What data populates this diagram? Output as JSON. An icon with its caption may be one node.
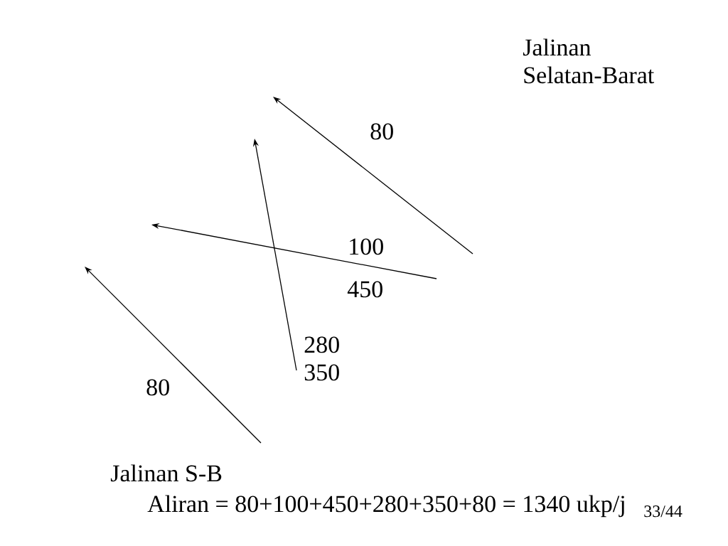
{
  "diagram": {
    "title": "Jalinan Selatan-Barat",
    "labels": [
      "80",
      "100",
      "450",
      "280",
      "350",
      "80",
      "Jalinan S-B",
      "Aliran = 80+100+450+280+350+80 = 1340 ukp/j",
      "33/44"
    ]
  }
}
